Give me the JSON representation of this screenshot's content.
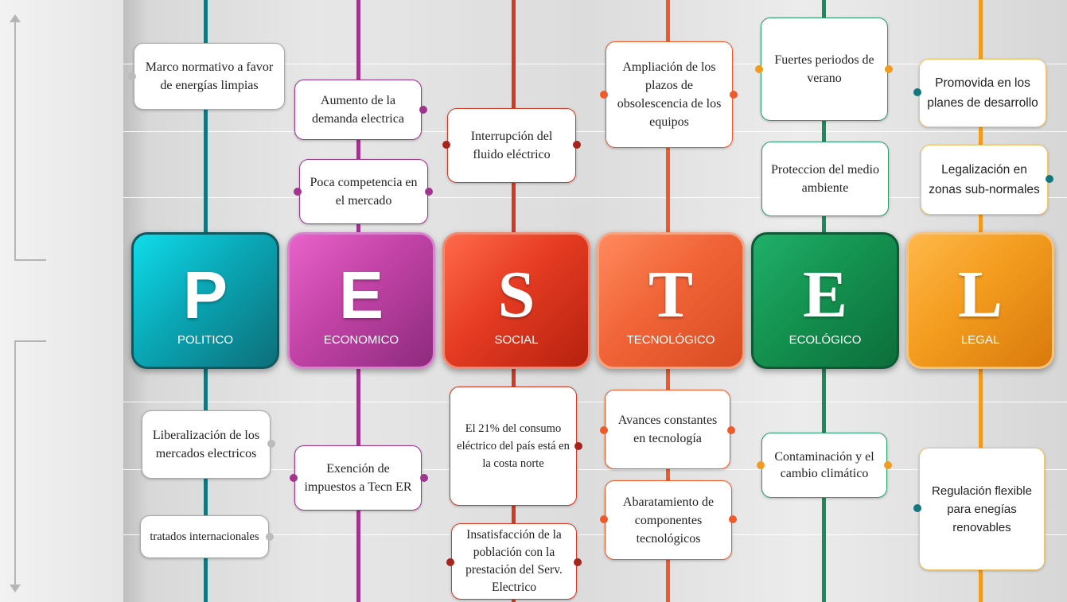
{
  "colors": {
    "politico": "#11787f",
    "economico": "#a0358e",
    "social": "#d33a24",
    "tecnologico": "#ef5a2a",
    "ecologico": "#1c8a5e",
    "legal": "#f29b1e"
  },
  "columns": [
    {
      "letter": "P",
      "name": "POLITICO"
    },
    {
      "letter": "E",
      "name": "ECONOMICO"
    },
    {
      "letter": "S",
      "name": "SOCIAL"
    },
    {
      "letter": "T",
      "name": "TECNOLÓGICO"
    },
    {
      "letter": "E",
      "name": "ECOLÓGICO"
    },
    {
      "letter": "L",
      "name": "LEGAL"
    }
  ],
  "cards": {
    "politico": [
      "Marco normativo a favor de energías limpias",
      "Liberalización de los mercados electricos",
      "tratados internacionales"
    ],
    "economico": [
      "Aumento de la demanda electrica",
      "Poca competencia en el mercado",
      "Exención de impuestos a Tecn ER"
    ],
    "social": [
      "Interrupción del fluido eléctrico",
      "El 21% del consumo eléctrico del país está en la costa norte",
      "Insatisfacción de la  población con la prestación del Serv. Electrico"
    ],
    "tecnologico": [
      "Ampliación de los plazos de obsolescencia de los equipos",
      "Avances constantes en tecnología",
      "Abaratamiento de componentes tecnológicos"
    ],
    "ecologico": [
      "Fuertes periodos de verano",
      "Proteccion del medio ambiente",
      "Contaminación y el cambio climático"
    ],
    "legal": [
      "Promovida en los planes de desarrollo",
      "Legalización en zonas sub-normales",
      "Regulación flexible para enegías renovables"
    ]
  }
}
